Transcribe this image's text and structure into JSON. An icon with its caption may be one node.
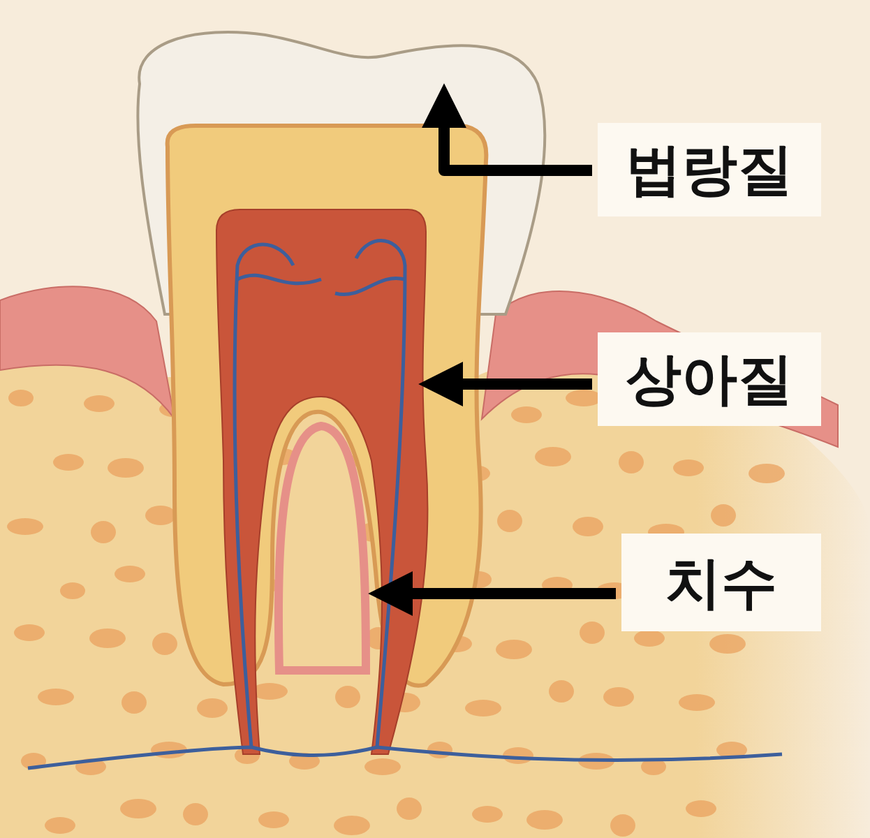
{
  "diagram": {
    "nodes": [
      {
        "text": [
          "법랑질"
        ]
      },
      {
        "text": [
          "상아질"
        ]
      },
      {
        "text": [
          "치수"
        ]
      }
    ],
    "edges": [
      {
        "from": 0,
        "to": null,
        "arrow": "to"
      },
      {
        "from": 1,
        "to": null,
        "arrow": "to"
      },
      {
        "from": 2,
        "to": null,
        "arrow": "to"
      }
    ]
  }
}
